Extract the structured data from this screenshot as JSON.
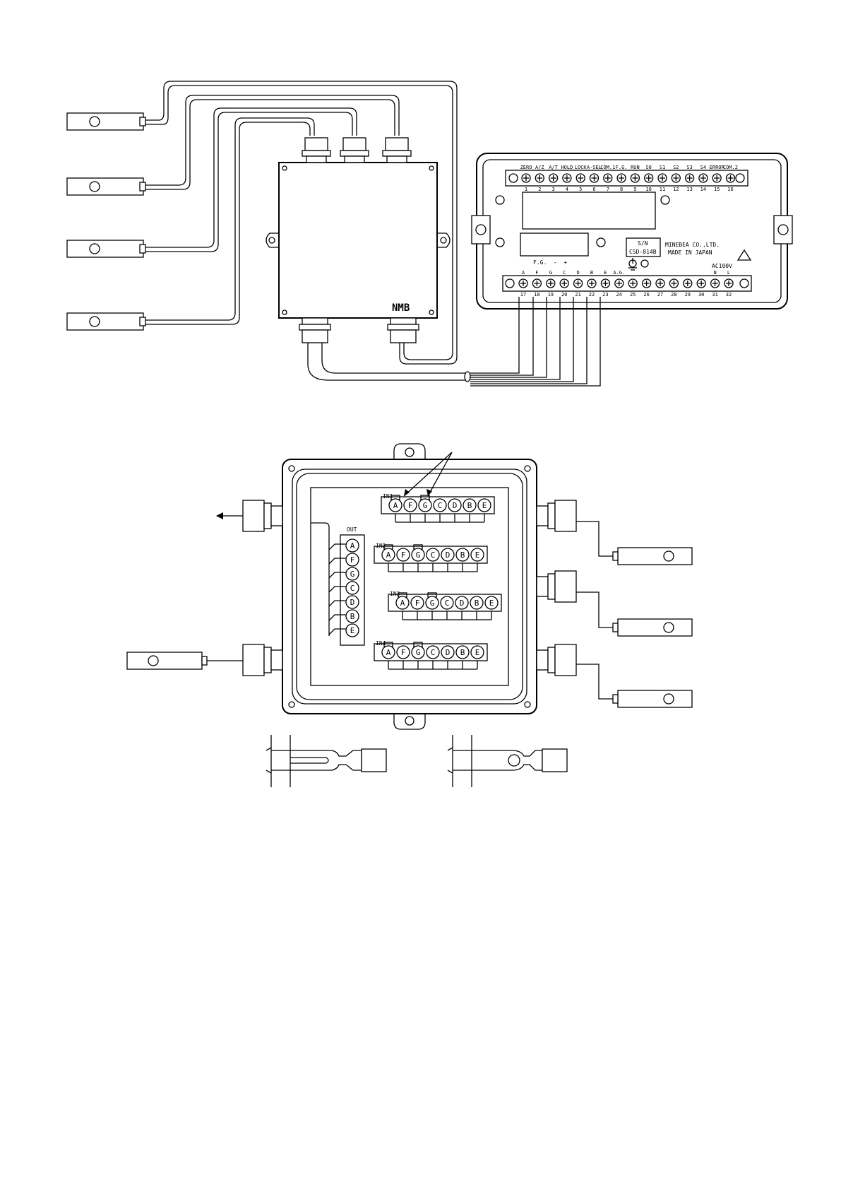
{
  "top": {
    "indicator": {
      "upper_labels": [
        "ZERO",
        "A/Z",
        "A/T",
        "HOLD",
        "LOCK",
        "A-SEL",
        "COM.1",
        "F.G.",
        "RUN",
        "S0",
        "S1",
        "S2",
        "S3",
        "S4",
        "ERROR",
        "COM.2"
      ],
      "upper_numbers": [
        "1",
        "2",
        "3",
        "4",
        "5",
        "6",
        "7",
        "8",
        "9",
        "10",
        "11",
        "12",
        "13",
        "14",
        "15",
        "16"
      ],
      "lower_labels": [
        "A",
        "F",
        "G",
        "C",
        "D",
        "B",
        "E",
        "A.G.",
        "",
        "",
        "",
        "",
        "",
        "",
        "N",
        "L"
      ],
      "lower_numbers": [
        "17",
        "18",
        "19",
        "20",
        "21",
        "22",
        "23",
        "24",
        "25",
        "26",
        "27",
        "28",
        "29",
        "30",
        "31",
        "32"
      ],
      "ac_label": "AC100V",
      "fg_label": "F.G.  -  +",
      "sn_label": "S/N",
      "model": "CSD-814B",
      "maker": "MINEBEA CO.,LTD.",
      "made_in": "MADE IN JAPAN"
    },
    "junction_logo": "NMB"
  },
  "bottom": {
    "out_label": "OUT",
    "out_pins": [
      "A",
      "F",
      "G",
      "C",
      "D",
      "B",
      "E"
    ],
    "in_blocks": [
      {
        "label": "IN1",
        "pins": [
          "A",
          "F",
          "G",
          "C",
          "D",
          "B",
          "E"
        ]
      },
      {
        "label": "IN2",
        "pins": [
          "A",
          "F",
          "G",
          "C",
          "D",
          "B",
          "E"
        ]
      },
      {
        "label": "IN3",
        "pins": [
          "A",
          "F",
          "G",
          "C",
          "D",
          "B",
          "E"
        ]
      },
      {
        "label": "IN4",
        "pins": [
          "A",
          "F",
          "G",
          "C",
          "D",
          "B",
          "E"
        ]
      }
    ]
  }
}
